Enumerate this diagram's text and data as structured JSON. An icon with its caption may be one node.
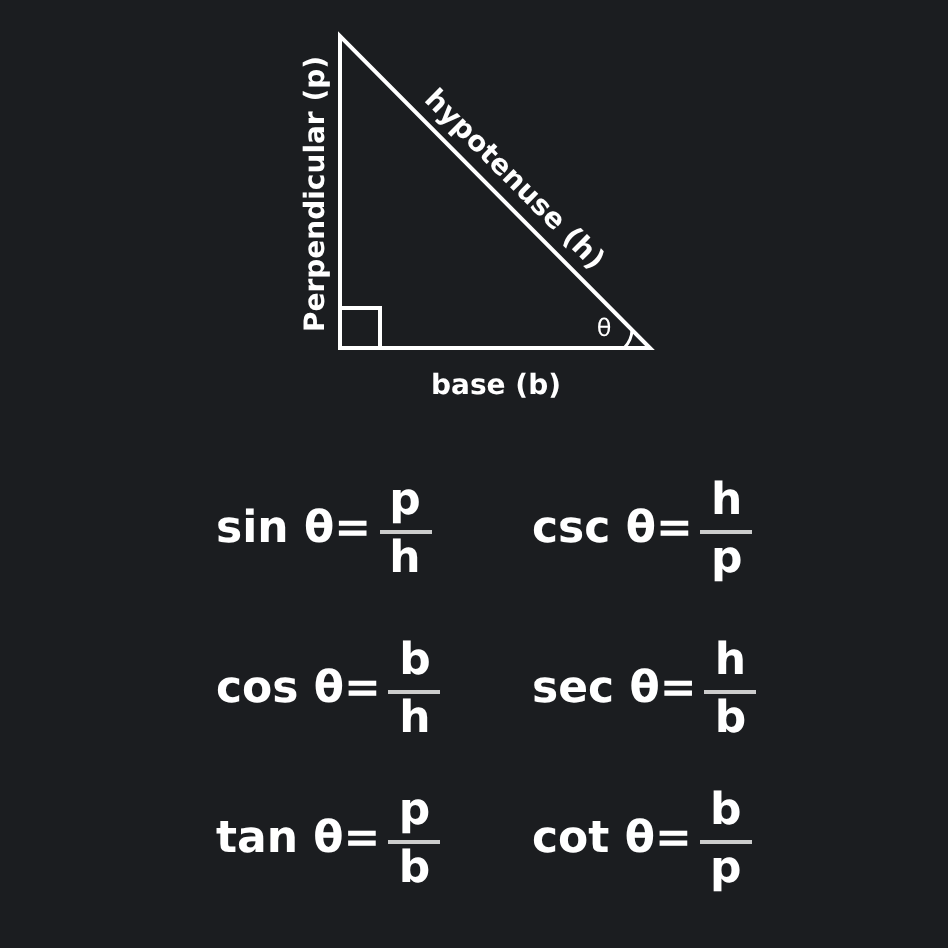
{
  "diagram": {
    "labels": [
      "Perpendicular (p)",
      "hypotenuse (h)",
      "θ",
      "base (b)",
      "sin θ=",
      "p",
      "h",
      "csc θ=",
      "h",
      "p",
      "cos θ=",
      "b",
      "h",
      "sec θ=",
      "h",
      "b",
      "tan θ=",
      "p",
      "b",
      "cot θ=",
      "b",
      "p"
    ]
  }
}
